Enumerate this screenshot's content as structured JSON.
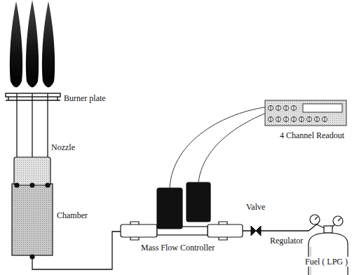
{
  "diagram": {
    "labels": [
      "Burner plate",
      "Nozzle",
      "Chamber",
      "Mass Flow Controller",
      "4 Channel Readout",
      "Valve",
      "Regulator",
      "Fuel ( LPG )"
    ]
  }
}
